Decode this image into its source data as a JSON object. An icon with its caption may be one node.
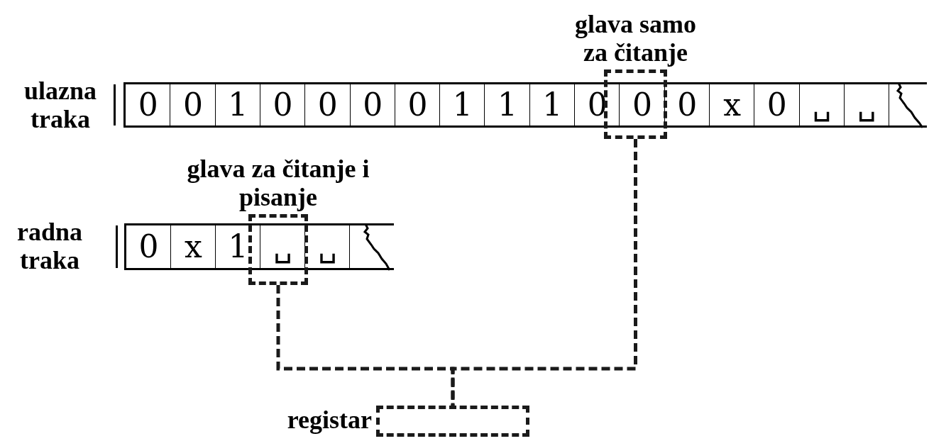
{
  "diagram": {
    "nodes": [
      {
        "text": [],
        "shape": "bar",
        "beside": [
          "ulazna traka"
        ]
      },
      {
        "text": [
          "0"
        ],
        "in": 0
      },
      {
        "text": [
          "0"
        ],
        "in": 0
      },
      {
        "text": [
          "1"
        ],
        "in": 0
      },
      {
        "text": [
          "0"
        ],
        "in": 0
      },
      {
        "text": [
          "0"
        ],
        "in": 0
      },
      {
        "text": [
          "0"
        ],
        "in": 0
      },
      {
        "text": [
          "0"
        ],
        "in": 0
      },
      {
        "text": [
          "1"
        ],
        "in": 0
      },
      {
        "text": [
          "1"
        ],
        "in": 0
      },
      {
        "text": [
          "1"
        ],
        "in": 0
      },
      {
        "text": [
          "0"
        ],
        "in": 0
      },
      {
        "text": [
          "0"
        ]
      },
      {
        "text": [
          "0"
        ],
        "in": 0
      },
      {
        "text": [
          "x"
        ],
        "in": 0
      },
      {
        "text": [
          "0"
        ],
        "in": 0
      },
      {
        "text": [
          "␣"
        ],
        "in": 0
      },
      {
        "text": [
          "␣"
        ],
        "in": 0
      },
      {
        "text": [],
        "shape": "bar",
        "beside": [
          "radna traka"
        ]
      },
      {
        "text": [
          "0"
        ],
        "in": 18
      },
      {
        "text": [
          "x"
        ],
        "in": 18
      },
      {
        "text": [
          "1"
        ],
        "in": 18
      },
      {
        "text": [
          "␣"
        ]
      },
      {
        "text": [
          "␣"
        ],
        "in": 18
      },
      {
        "text": [
          "glava samo za čitanje"
        ]
      },
      {
        "text": [
          "glava za čitanje i pisanje"
        ]
      },
      {
        "text": [],
        "shape": "box",
        "beside": [
          "registar"
        ]
      }
    ],
    "edges": [
      {
        "from": 24,
        "to": 26,
        "arrow": "none",
        "style": "dashed"
      },
      {
        "from": 25,
        "to": 26,
        "arrow": "none",
        "style": "dashed"
      }
    ]
  }
}
